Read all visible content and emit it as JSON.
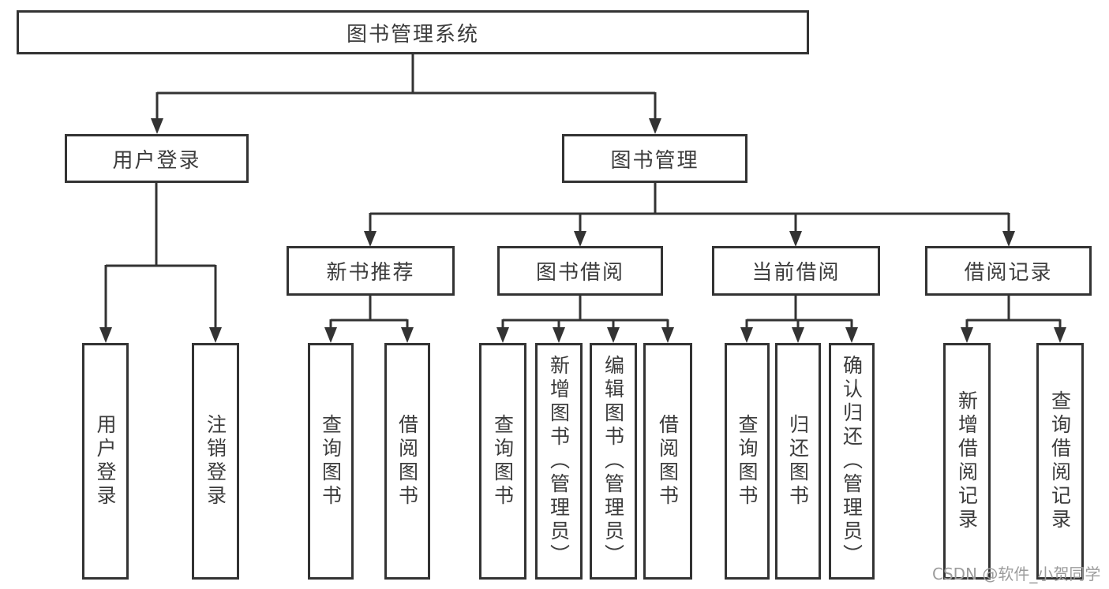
{
  "tree": {
    "root": "图书管理系统",
    "branches": [
      {
        "label": "用户登录",
        "children": [
          "用户登录",
          "注销登录"
        ]
      },
      {
        "label": "图书管理",
        "sections": [
          {
            "label": "新书推荐",
            "children": [
              "查询图书",
              "借阅图书"
            ]
          },
          {
            "label": "图书借阅",
            "children": [
              "查询图书",
              "新增图书（管理员）",
              "编辑图书（管理员）",
              "借阅图书"
            ]
          },
          {
            "label": "当前借阅",
            "children": [
              "查询图书",
              "归还图书",
              "确认归还（管理员）"
            ]
          },
          {
            "label": "借阅记录",
            "children": [
              "新增借阅记录",
              "查询借阅记录"
            ]
          }
        ]
      }
    ]
  },
  "watermark": {
    "text": "CSDN @软件_小贺同学",
    "color": "#9c9c9c"
  },
  "colors": {
    "line": "#333333",
    "text": "#3c3c3c",
    "background": "#ffffff"
  }
}
